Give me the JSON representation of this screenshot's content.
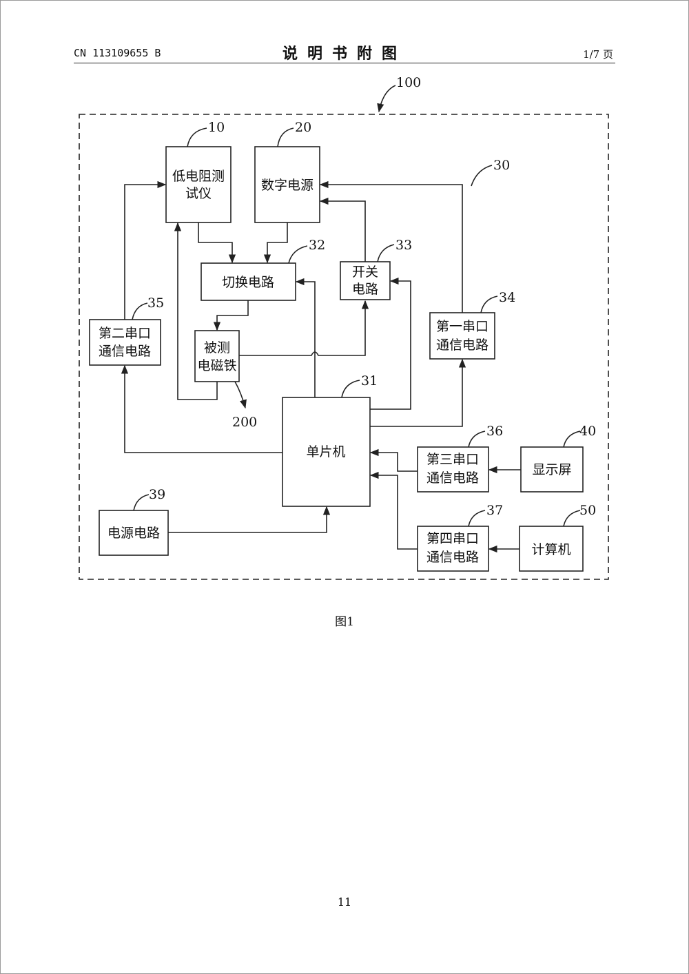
{
  "header": {
    "patent_no": "CN 113109655 B",
    "title": "说明书附图",
    "page_of": "1/7 页"
  },
  "diagram": {
    "system_ref": "100",
    "external_ref": "200",
    "group_ref": "30",
    "blocks": {
      "low_res_tester": {
        "ref": "10",
        "line1": "低电阻测",
        "line2": "试仪"
      },
      "digital_psu": {
        "ref": "20",
        "line1": "数字电源"
      },
      "switch_circuit": {
        "ref": "32",
        "line1": "切换电路"
      },
      "power_switch": {
        "ref": "33",
        "line1": "开关",
        "line2": "电路"
      },
      "serial_2": {
        "ref": "35",
        "line1": "第二串口",
        "line2": "通信电路"
      },
      "serial_1": {
        "ref": "34",
        "line1": "第一串口",
        "line2": "通信电路"
      },
      "magnet": {
        "line1": "被测",
        "line2": "电磁铁"
      },
      "mcu": {
        "ref": "31",
        "line1": "单片机"
      },
      "serial_3": {
        "ref": "36",
        "line1": "第三串口",
        "line2": "通信电路"
      },
      "display": {
        "ref": "40",
        "line1": "显示屏"
      },
      "power_circuit": {
        "ref": "39",
        "line1": "电源电路"
      },
      "serial_4": {
        "ref": "37",
        "line1": "第四串口",
        "line2": "通信电路"
      },
      "computer": {
        "ref": "50",
        "line1": "计算机"
      }
    }
  },
  "caption": "图1",
  "page_number": "11"
}
